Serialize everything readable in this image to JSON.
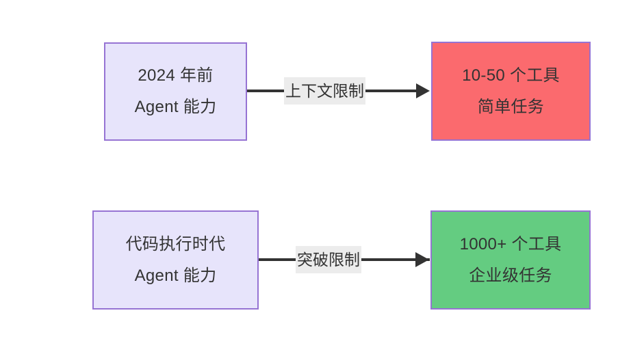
{
  "diagram": {
    "type": "flowchart",
    "direction": "left-to-right",
    "background": "#ffffff",
    "nodes": [
      {
        "id": "pre2024",
        "line1": "2024 年前",
        "line2": "Agent 能力",
        "fill": "#e7e4fb",
        "border": "#9673d3",
        "text_color": "#333333"
      },
      {
        "id": "simple",
        "line1": "10-50 个工具",
        "line2": "简单任务",
        "fill": "#fb6a6e",
        "border": "#9673d3",
        "text_color": "#333333"
      },
      {
        "id": "codeera",
        "line1": "代码执行时代",
        "line2": "Agent 能力",
        "fill": "#e7e4fb",
        "border": "#9673d3",
        "text_color": "#333333"
      },
      {
        "id": "enterprise",
        "line1": "1000+ 个工具",
        "line2": "企业级任务",
        "fill": "#64cc81",
        "border": "#9673d3",
        "text_color": "#333333"
      }
    ],
    "edges": [
      {
        "id": "edge-top",
        "from": "pre2024",
        "to": "simple",
        "label": "上下文限制",
        "label_bg": "#ececec",
        "color": "#333333"
      },
      {
        "id": "edge-bottom",
        "from": "codeera",
        "to": "enterprise",
        "label": "突破限制",
        "label_bg": "#ececec",
        "color": "#333333"
      }
    ]
  }
}
